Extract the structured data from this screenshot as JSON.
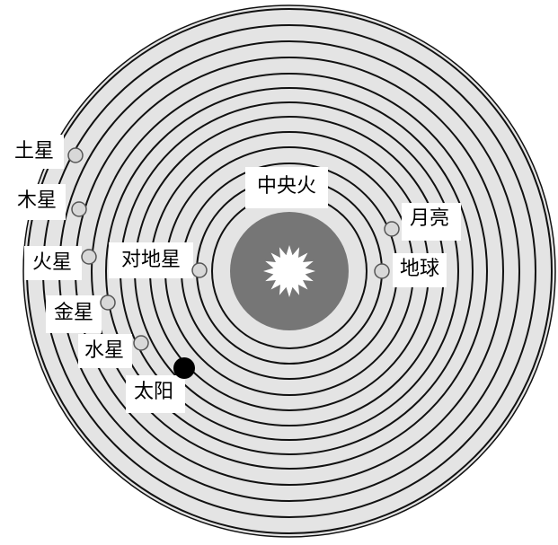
{
  "colors": {
    "background": "#ffffff",
    "disk": "#e4e4e4",
    "orbit": "#111111",
    "central_region": "#767676",
    "central_fire": "#ffffff",
    "planet_fill": "#d8d8d8",
    "planet_stroke": "#555555",
    "sun": "#000000"
  },
  "diagram": {
    "central_fire": "中央火",
    "bodies": [
      {
        "key": "counter_earth",
        "label": "对地星",
        "icon": "grey-sphere"
      },
      {
        "key": "earth",
        "label": "地球",
        "icon": "grey-sphere"
      },
      {
        "key": "moon",
        "label": "月亮",
        "icon": "grey-sphere"
      },
      {
        "key": "mercury",
        "label": "水星",
        "icon": "grey-sphere"
      },
      {
        "key": "sun",
        "label": "太阳",
        "icon": "black-sphere"
      },
      {
        "key": "venus",
        "label": "金星",
        "icon": "grey-sphere"
      },
      {
        "key": "mars",
        "label": "火星",
        "icon": "grey-sphere"
      },
      {
        "key": "jupiter",
        "label": "木星",
        "icon": "grey-sphere"
      },
      {
        "key": "saturn",
        "label": "土星",
        "icon": "grey-sphere"
      }
    ]
  }
}
